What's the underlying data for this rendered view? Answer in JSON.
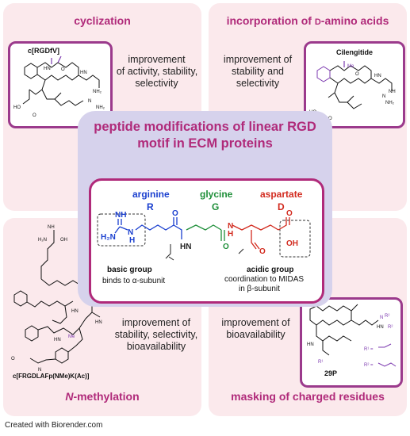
{
  "quadrants": {
    "top_left": {
      "title": "cyclization",
      "molecule_label": "c[RGDfV]",
      "text": [
        "improvement",
        "of activity, stability,",
        "selectivity"
      ]
    },
    "top_right": {
      "title_prefix": "incorporation of ",
      "title_d": "D",
      "title_suffix": "-amino acids",
      "molecule_label": "Cilengitide",
      "text": [
        "improvement of",
        "stability and",
        "selectivity"
      ]
    },
    "bottom_left": {
      "title_n": "N",
      "title_suffix": "-methylation",
      "molecule_label": "c[FRGDLAFp(NMe)K(Ac)]",
      "text": [
        "improvement of",
        "stability, selectivity,",
        "bioavailability"
      ]
    },
    "bottom_right": {
      "title": "masking of charged residues",
      "molecule_label": "29P",
      "text": [
        "improvement of",
        "bioavailability"
      ]
    }
  },
  "center": {
    "title_line1": "peptide modifications of linear RGD",
    "title_line2": "motif in ECM proteins",
    "residues": [
      {
        "name": "arginine",
        "letter": "R",
        "color": "#1a3fcf"
      },
      {
        "name": "glycine",
        "letter": "G",
        "color": "#1f8f3a"
      },
      {
        "name": "aspartate",
        "letter": "D",
        "color": "#d22a1e"
      }
    ],
    "basic_group": {
      "title": "basic group",
      "desc": "binds to α-subunit"
    },
    "acidic_group": {
      "title": "acidic group",
      "desc_line1": "coordination to MIDAS",
      "desc_line2": "in  β-subunit"
    }
  },
  "footer": "Created with Biorender.com"
}
